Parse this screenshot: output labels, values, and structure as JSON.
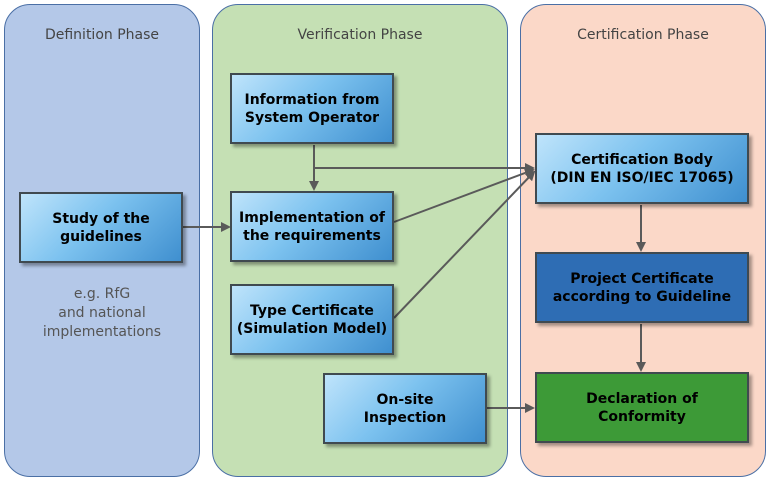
{
  "phases": {
    "definition": {
      "title": "Definition Phase",
      "note_lines": [
        "e.g. RfG",
        "and national",
        "implementations"
      ]
    },
    "verification": {
      "title": "Verification Phase"
    },
    "certification": {
      "title": "Certification Phase"
    }
  },
  "boxes": {
    "study": "Study of the\nguidelines",
    "info": "Information from\nSystem Operator",
    "implementation": "Implementation of\nthe requirements",
    "type_cert": "Type Certificate\n(Simulation Model)",
    "onsite": "On-site\nInspection",
    "cert_body": "Certification Body\n(DIN EN ISO/IEC 17065)",
    "project_cert": "Project Certificate\naccording to Guideline",
    "declaration": "Declaration of\nConformity"
  },
  "colors": {
    "definition_bg": "#b4c8e8",
    "verification_bg": "#c5e0b4",
    "certification_bg": "#fbd8c8",
    "arrow": "#5a5a5a"
  }
}
